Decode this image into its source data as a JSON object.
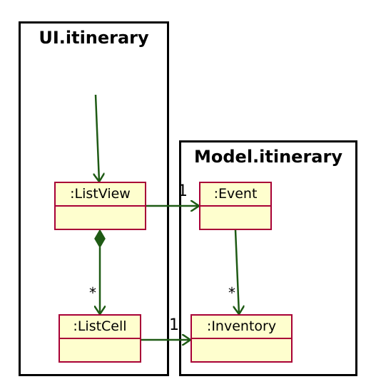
{
  "packages": {
    "ui": {
      "title": "UI.itinerary"
    },
    "model": {
      "title": "Model.itinerary"
    }
  },
  "classes": {
    "listview": {
      "name": ":ListView"
    },
    "listcell": {
      "name": ":ListCell"
    },
    "event": {
      "name": ":Event"
    },
    "inventory": {
      "name": ":Inventory"
    }
  },
  "edges": {
    "listview_event": {
      "target_multiplicity": "1"
    },
    "listview_listcell": {
      "target_multiplicity": "*"
    },
    "event_inventory": {
      "target_multiplicity": "*"
    },
    "listcell_inventory": {
      "target_multiplicity": "1"
    }
  },
  "colors": {
    "class_border": "#A80036",
    "class_fill": "#FEFECE",
    "edge": "#1E5A14",
    "package_border": "#000000"
  }
}
